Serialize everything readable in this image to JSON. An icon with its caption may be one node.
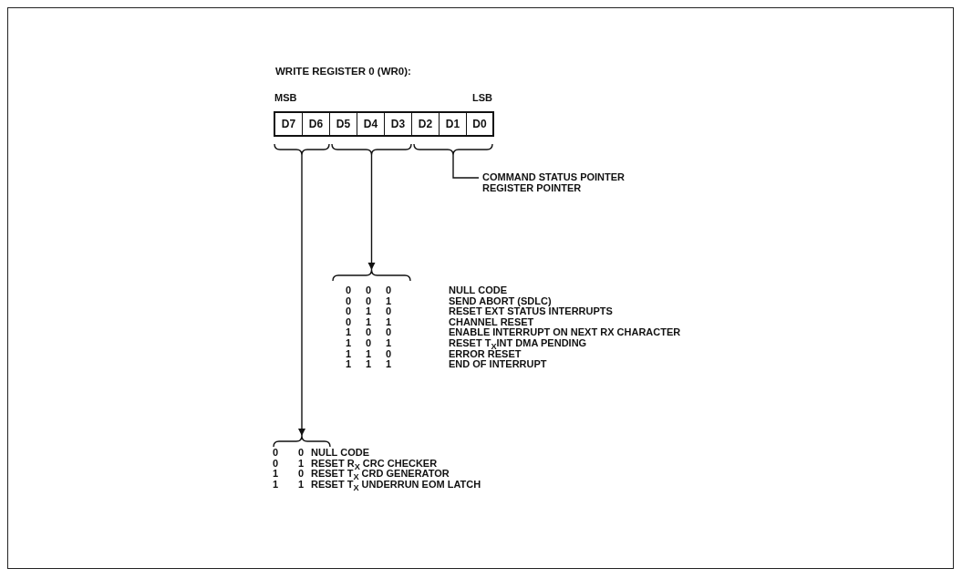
{
  "diagram": {
    "nodes": [
      {
        "text": [
          "D7"
        ]
      },
      {
        "text": [
          "D6"
        ]
      },
      {
        "text": [
          "D5"
        ]
      },
      {
        "text": [
          "D4"
        ]
      },
      {
        "text": [
          "D3"
        ]
      },
      {
        "text": [
          "D2"
        ]
      },
      {
        "text": [
          "D1"
        ]
      },
      {
        "text": [
          "D0"
        ]
      },
      {
        "text": [],
        "shape": "bracket"
      },
      {
        "text": [],
        "shape": "bracket"
      },
      {
        "text": [],
        "shape": "bracket"
      },
      {
        "text": [
          "COMMAND STATUS POINTER",
          "REGISTER POINTER"
        ]
      },
      {
        "text": [],
        "shape": "bracket"
      },
      {
        "text": [],
        "shape": "bracket"
      }
    ],
    "edges": [
      {
        "from": 9,
        "to": 12,
        "arrow": "to"
      },
      {
        "from": 8,
        "to": 13,
        "arrow": "to"
      },
      {
        "from": 10,
        "to": 11,
        "arrow": "none"
      }
    ],
    "labels": [
      "WRITE REGISTER 0 (WR0):",
      "MSB",
      "LSB",
      "0",
      "0",
      "0",
      "NULL CODE",
      "0",
      "0",
      "1",
      "SEND ABORT (SDLC)",
      "0",
      "1",
      "0",
      "RESET EXT STATUS INTERRUPTS",
      "0",
      "1",
      "1",
      "CHANNEL RESET",
      "1",
      "0",
      "0",
      "ENABLE INTERRUPT ON NEXT RX CHARACTER",
      "1",
      "0",
      "1",
      "RESET T$_{X}$INT DMA PENDING",
      "1",
      "1",
      "0",
      "ERROR RESET",
      "1",
      "1",
      "1",
      "END OF INTERRUPT",
      "0",
      "0",
      "NULL CODE",
      "0",
      "1",
      "RESET R$_{X}$ CRC CHECKER",
      "1",
      "0",
      "RESET T$_{X}$ CRD GENERATOR",
      "1",
      "1",
      "RESET T$_{X}$ UNDERRUN EOM LATCH"
    ]
  }
}
